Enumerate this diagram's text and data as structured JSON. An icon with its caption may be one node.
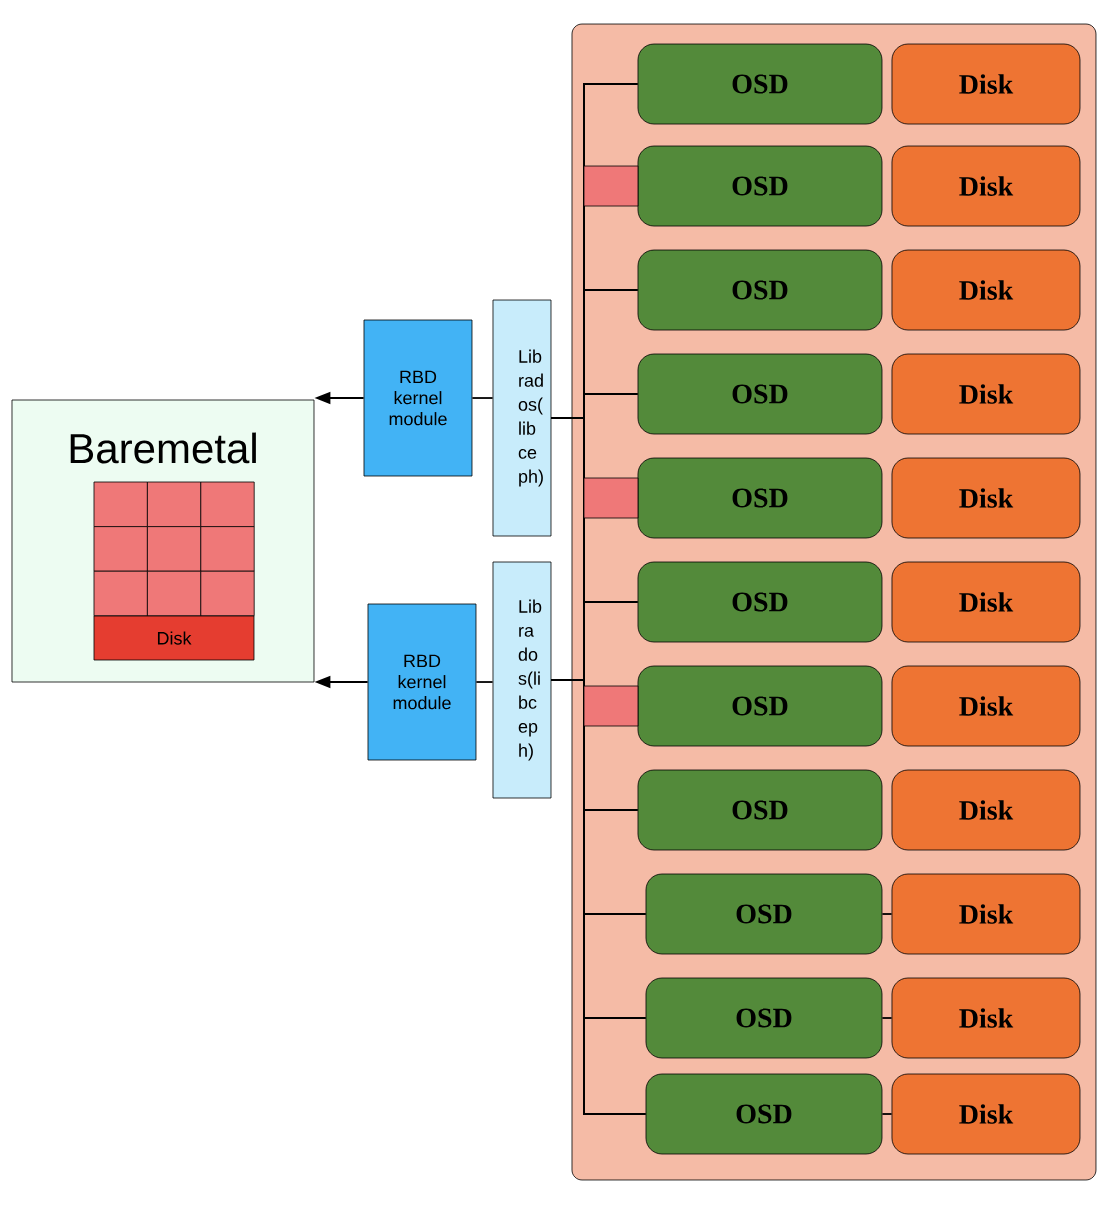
{
  "diagram": {
    "nodes": [
      {
        "text": [
          "Baremetal"
        ]
      },
      {
        "text": [
          "Disk"
        ],
        "in": 0
      },
      {
        "text": [
          "RBD kernel module"
        ]
      },
      {
        "text": [
          "RBD kernel module"
        ]
      },
      {
        "text": [
          "Lib rad os( lib ce ph)"
        ]
      },
      {
        "text": [
          "Lib ra do s(li bc ep h)"
        ]
      },
      {
        "text": [],
        "shape": "box"
      },
      {
        "text": [
          "OSD"
        ],
        "in": 6
      },
      {
        "text": [
          "Disk"
        ],
        "in": 6
      },
      {
        "text": [
          "OSD"
        ],
        "in": 6
      },
      {
        "text": [
          "Disk"
        ],
        "in": 6
      },
      {
        "text": [
          "OSD"
        ],
        "in": 6
      },
      {
        "text": [
          "Disk"
        ],
        "in": 6
      },
      {
        "text": [
          "OSD"
        ],
        "in": 6
      },
      {
        "text": [
          "Disk"
        ],
        "in": 6
      },
      {
        "text": [
          "OSD"
        ],
        "in": 6
      },
      {
        "text": [
          "Disk"
        ],
        "in": 6
      },
      {
        "text": [
          "OSD"
        ],
        "in": 6
      },
      {
        "text": [
          "Disk"
        ],
        "in": 6
      },
      {
        "text": [
          "OSD"
        ],
        "in": 6
      },
      {
        "text": [
          "Disk"
        ],
        "in": 6
      },
      {
        "text": [
          "OSD"
        ],
        "in": 6
      },
      {
        "text": [
          "Disk"
        ],
        "in": 6
      },
      {
        "text": [
          "OSD"
        ],
        "in": 6
      },
      {
        "text": [
          "Disk"
        ],
        "in": 6
      },
      {
        "text": [
          "OSD"
        ],
        "in": 6
      },
      {
        "text": [
          "Disk"
        ],
        "in": 6
      },
      {
        "text": [
          "OSD"
        ],
        "in": 6
      },
      {
        "text": [
          "Disk"
        ],
        "in": 6
      }
    ],
    "edges": [
      {
        "from": 2,
        "to": 0,
        "arrow": "to"
      },
      {
        "from": 3,
        "to": 0,
        "arrow": "to"
      },
      {
        "from": 4,
        "to": 2,
        "arrow": "none"
      },
      {
        "from": 5,
        "to": 3,
        "arrow": "none"
      },
      {
        "from": 4,
        "to": 7,
        "arrow": "none"
      },
      {
        "from": 4,
        "to": 9,
        "arrow": "none"
      },
      {
        "from": 4,
        "to": 11,
        "arrow": "none"
      },
      {
        "from": 4,
        "to": 13,
        "arrow": "none"
      },
      {
        "from": 4,
        "to": 15,
        "arrow": "none"
      },
      {
        "from": 4,
        "to": 17,
        "arrow": "none"
      },
      {
        "from": 4,
        "to": 19,
        "arrow": "none"
      },
      {
        "from": 4,
        "to": 21,
        "arrow": "none"
      },
      {
        "from": 4,
        "to": 23,
        "arrow": "none"
      },
      {
        "from": 4,
        "to": 25,
        "arrow": "none"
      },
      {
        "from": 4,
        "to": 27,
        "arrow": "none"
      },
      {
        "from": 5,
        "to": 7,
        "arrow": "none"
      },
      {
        "from": 5,
        "to": 9,
        "arrow": "none"
      },
      {
        "from": 5,
        "to": 11,
        "arrow": "none"
      },
      {
        "from": 5,
        "to": 13,
        "arrow": "none"
      },
      {
        "from": 5,
        "to": 15,
        "arrow": "none"
      },
      {
        "from": 5,
        "to": 17,
        "arrow": "none"
      },
      {
        "from": 5,
        "to": 19,
        "arrow": "none"
      },
      {
        "from": 5,
        "to": 21,
        "arrow": "none"
      },
      {
        "from": 5,
        "to": 23,
        "arrow": "none"
      },
      {
        "from": 5,
        "to": 25,
        "arrow": "none"
      },
      {
        "from": 5,
        "to": 27,
        "arrow": "none"
      },
      {
        "from": 23,
        "to": 24,
        "arrow": "none"
      },
      {
        "from": 25,
        "to": 26,
        "arrow": "none"
      },
      {
        "from": 27,
        "to": 28,
        "arrow": "none"
      }
    ]
  }
}
